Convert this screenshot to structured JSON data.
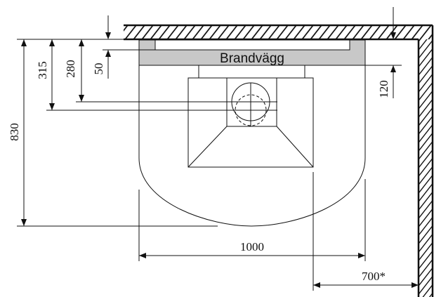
{
  "diagram": {
    "firewall_label": "Brandvägg",
    "dimensions": {
      "depth_total": "830",
      "to_flue_center": "315",
      "to_flue_inner": "280",
      "to_wall_gap": "50",
      "side_clearance": "120",
      "width": "1000",
      "corner_clearance": "700*"
    },
    "colors": {
      "line": "#111111",
      "firewall_fill": "#c8c8c8",
      "background": "#ffffff"
    }
  }
}
